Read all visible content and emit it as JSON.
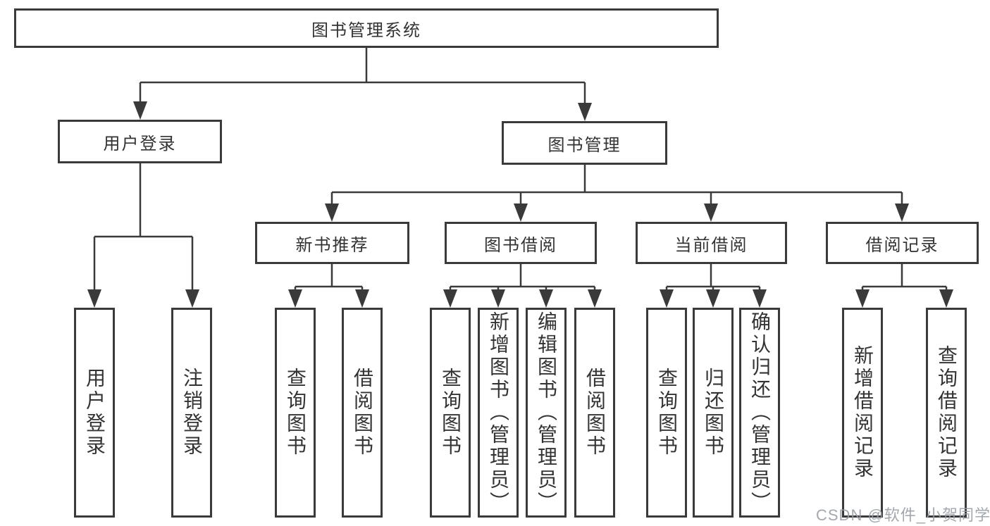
{
  "diagram": {
    "root": {
      "label": "图书管理系统"
    },
    "user_login": {
      "label": "用户登录",
      "children": [
        {
          "label": "用户登录"
        },
        {
          "label": "注销登录"
        }
      ]
    },
    "book_mgmt": {
      "label": "图书管理",
      "sections": {
        "new_books": {
          "label": "新书推荐",
          "children": [
            {
              "label": "查询图书"
            },
            {
              "label": "借阅图书"
            }
          ]
        },
        "borrowing": {
          "label": "图书借阅",
          "children": [
            {
              "label": "查询图书"
            },
            {
              "label": "新增图书（管理员）"
            },
            {
              "label": "编辑图书（管理员）"
            },
            {
              "label": "借阅图书"
            }
          ]
        },
        "current": {
          "label": "当前借阅",
          "children": [
            {
              "label": "查询图书"
            },
            {
              "label": "归还图书"
            },
            {
              "label": "确认归还（管理员）"
            }
          ]
        },
        "records": {
          "label": "借阅记录",
          "children": [
            {
              "label": "新增借阅记录"
            },
            {
              "label": "查询借阅记录"
            }
          ]
        }
      }
    }
  },
  "watermark": {
    "text": "CSDN @软件_小贺同学"
  },
  "colors": {
    "line": "#3a3a3a",
    "text": "#333333",
    "watermark": "#949ca5",
    "background": "#ffffff"
  }
}
